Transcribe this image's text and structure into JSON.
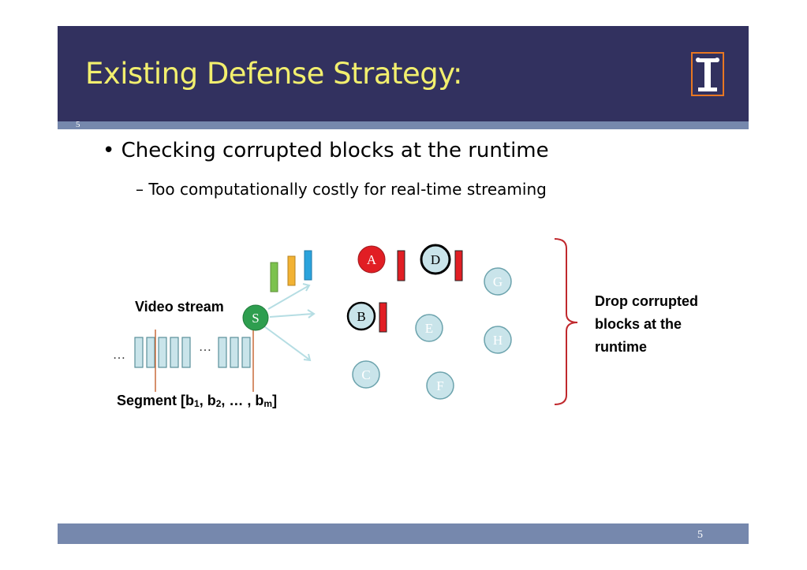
{
  "slide": {
    "title": "Existing Defense Strategy:",
    "small_number": "5",
    "page_number": "5"
  },
  "bullets": {
    "main": "• Checking corrupted blocks at the runtime",
    "sub": "–  Too computationally costly for real-time streaming"
  },
  "diagram": {
    "video_stream_label": "Video stream",
    "source_node": "S",
    "nodes": {
      "A": "A",
      "B": "B",
      "C": "C",
      "D": "D",
      "E": "E",
      "F": "F",
      "G": "G",
      "H": "H"
    },
    "ellipsis": "…",
    "segment_label": "Segment [b",
    "segment_sub1": "1",
    "segment_mid1": ", b",
    "segment_sub2": "2",
    "segment_mid2": ", … , b",
    "segment_subm": "m",
    "segment_end": "]",
    "drop_line1": "Drop corrupted",
    "drop_line2": "blocks at the",
    "drop_line3": "runtime"
  },
  "colors": {
    "header_bg": "#32315f",
    "title_color": "#f2ef6e",
    "stripe": "#7688ad",
    "source_green": "#2e9e4f",
    "node_fill": "#b9dde3",
    "node_red": "#e11e24",
    "block_red": "#e11e24",
    "block_green": "#7cc24e",
    "block_yellow": "#f2b233",
    "block_blue": "#2ba3dc",
    "brace_red": "#c0282d"
  }
}
